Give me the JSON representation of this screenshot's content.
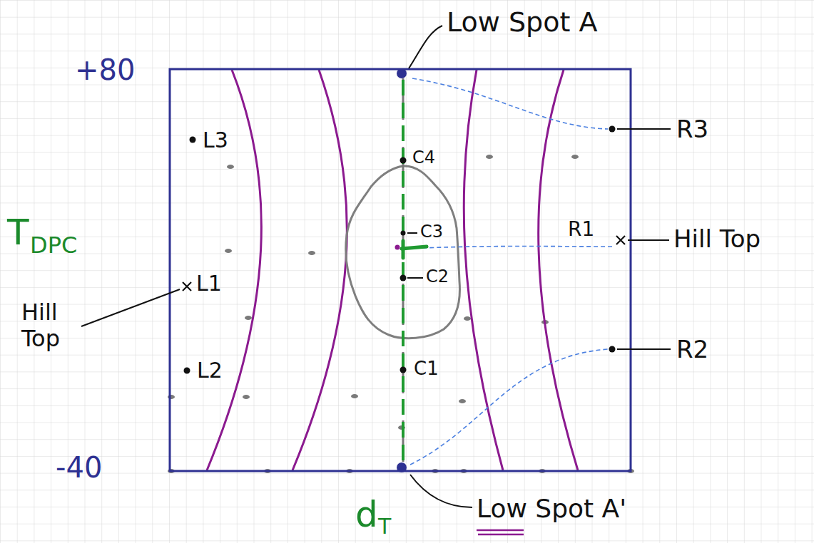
{
  "diagram": {
    "labels": [
      "Low Spot A",
      "+80",
      "L3",
      "C4",
      "T",
      "DPC",
      "C3",
      "R1",
      "Hill Top",
      "R3",
      "L1",
      "Hill Top",
      "C2",
      "L2",
      "C1",
      "R2",
      "-40",
      "d",
      "T",
      "Low Spot A'"
    ]
  }
}
